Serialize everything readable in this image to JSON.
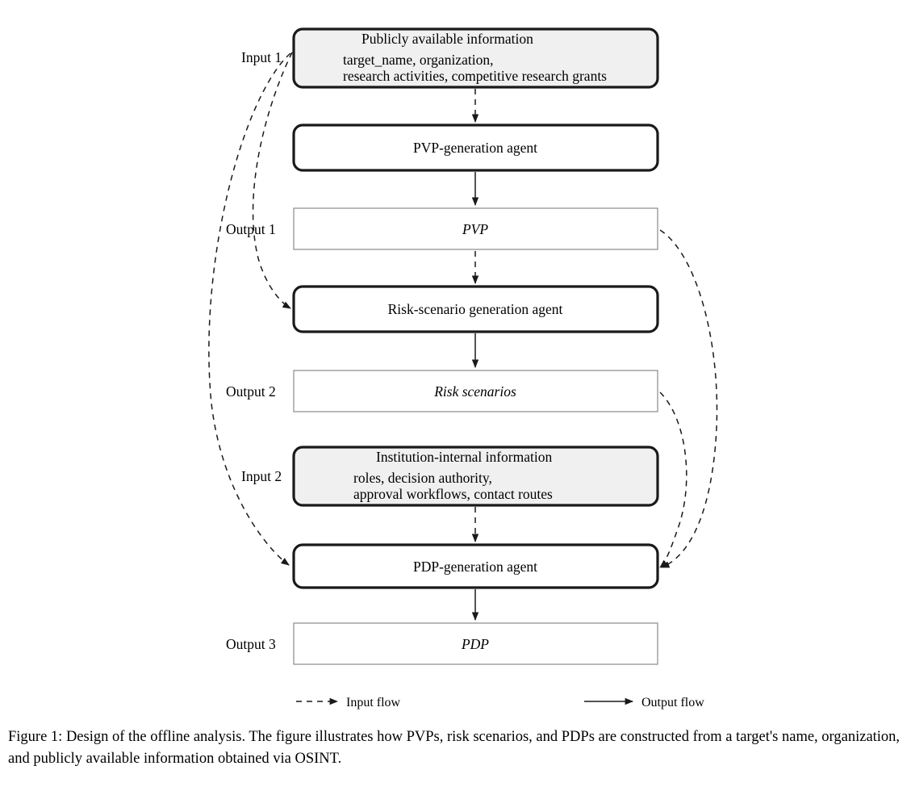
{
  "figure": {
    "caption": "Figure 1: Design of the offline analysis. The figure illustrates how PVPs, risk scenarios, and PDPs are constructed from a target's name, organization, and publicly available information obtained via OSINT."
  },
  "nodes": {
    "input1": {
      "side_label": "Input 1",
      "title": "Publicly available information",
      "detail_line1": "target_name, organization,",
      "detail_line2": "research activities, competitive research grants",
      "kind": "shaded-rounded"
    },
    "agent1": {
      "label": "PVP-generation agent",
      "kind": "bold-rounded"
    },
    "output1": {
      "side_label": "Output 1",
      "label": "PVP",
      "kind": "thin-rect"
    },
    "agent2": {
      "label": "Risk-scenario generation agent",
      "kind": "bold-rounded"
    },
    "output2": {
      "side_label": "Output 2",
      "label": "Risk scenarios",
      "kind": "thin-rect"
    },
    "input2": {
      "side_label": "Input 2",
      "title": "Institution-internal information",
      "detail_line1": "roles, decision authority,",
      "detail_line2": "approval workflows, contact routes",
      "kind": "shaded-rounded"
    },
    "agent3": {
      "label": "PDP-generation agent",
      "kind": "bold-rounded"
    },
    "output3": {
      "side_label": "Output 3",
      "label": "PDP",
      "kind": "thin-rect"
    }
  },
  "legend": {
    "input_flow_label": "Input flow",
    "output_flow_label": "Output flow"
  },
  "colors": {
    "shaded_fill": "#f0f0f0",
    "plain_fill": "#ffffff",
    "bold_stroke": "#1a1a1a",
    "thin_stroke": "#8a8a8a",
    "text": "#000000"
  }
}
